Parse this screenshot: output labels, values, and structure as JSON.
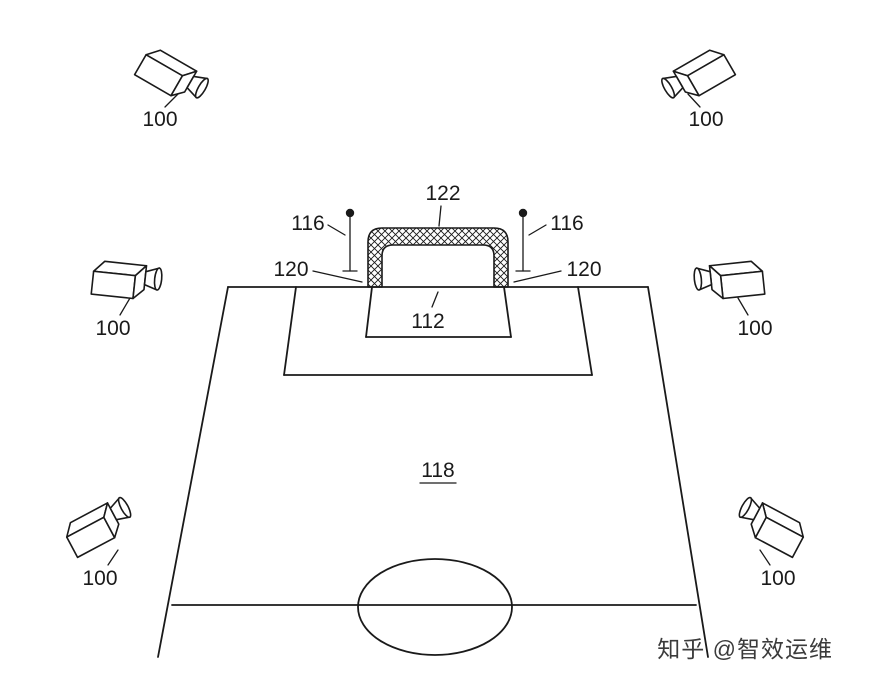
{
  "figure": {
    "camera_labels": [
      "100",
      "100",
      "100",
      "100",
      "100",
      "100"
    ],
    "annotations": {
      "goal_net": "122",
      "marker_left": "116",
      "marker_right": "116",
      "post_left": "120",
      "post_right": "120",
      "goal_area": "112",
      "field": "118"
    },
    "watermark": "知乎 @智效运维"
  },
  "colors": {
    "line_color": "#1a1a1a",
    "background": "#ffffff",
    "watermark_color": "#3b3b3b"
  }
}
